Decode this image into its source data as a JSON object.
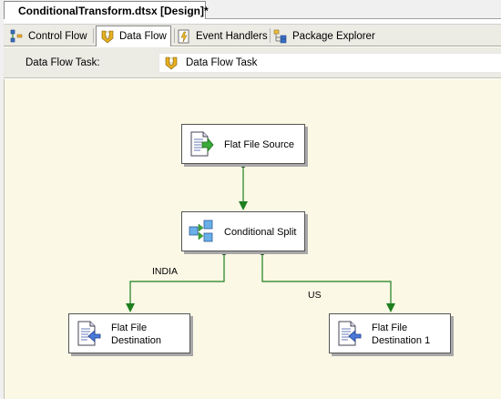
{
  "document": {
    "tab_title": "ConditionalTransform.dtsx [Design]*"
  },
  "designer_tabs": [
    {
      "label": "Control Flow",
      "icon": "control-flow-icon",
      "active": false
    },
    {
      "label": "Data Flow",
      "icon": "data-flow-icon",
      "active": true
    },
    {
      "label": "Event Handlers",
      "icon": "event-handlers-icon",
      "active": false
    },
    {
      "label": "Package Explorer",
      "icon": "package-explorer-icon",
      "active": false
    }
  ],
  "task_bar": {
    "label": "Data Flow Task:",
    "selected_task": "Data Flow Task"
  },
  "components": {
    "source": {
      "label": "Flat File Source",
      "icon": "flat-file-source-icon"
    },
    "split": {
      "label": "Conditional Split",
      "icon": "conditional-split-icon"
    },
    "dest_india": {
      "label_line1": "Flat File",
      "label_line2": "Destination",
      "icon": "flat-file-destination-icon"
    },
    "dest_us": {
      "label_line1": "Flat File",
      "label_line2": "Destination 1",
      "icon": "flat-file-destination-icon"
    }
  },
  "paths": {
    "india_label": "INDIA",
    "us_label": "US"
  },
  "colors": {
    "canvas": "#fbf8e6",
    "path_green": "#1e7f1e",
    "tab_bar": "#ecebe4"
  }
}
